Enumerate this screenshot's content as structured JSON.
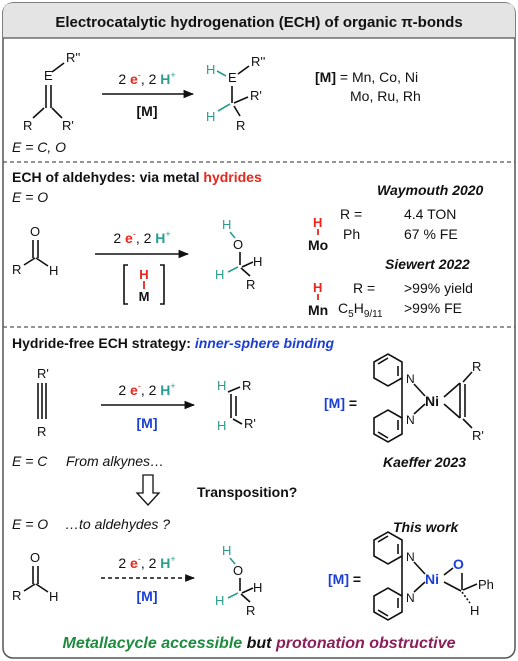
{
  "title": "Electrocatalytic hydrogenation (ECH) of organic π-bonds",
  "panel1": {
    "arrow_top": {
      "prefix": "2 ",
      "e": "e",
      "sup_e": "-",
      "mid": ", 2 ",
      "h": "H",
      "sup_h": "+"
    },
    "catalyst": "[M]",
    "substrate": {
      "E": "E",
      "R2": "R''",
      "R": "R",
      "R1": "R'"
    },
    "product": {
      "H1": "H",
      "E": "E",
      "R2": "R''",
      "R1": "R'",
      "H2": "H",
      "R": "R"
    },
    "metals": {
      "label": "[M]",
      "eq": " = Mn, Co, Ni",
      "line2": "Mo, Ru, Rh"
    },
    "e_def": "E = C, O"
  },
  "panel2": {
    "heading_black": "ECH of aldehydes: via metal ",
    "heading_red": "hydrides",
    "e_def": "E = O",
    "aldehyde": {
      "O": "O",
      "R": "R",
      "H": "H"
    },
    "bracket_H": "H",
    "bracket_M": "M",
    "product": {
      "H1": "H",
      "O": "O",
      "H2": "H",
      "H3": "H",
      "R": "R"
    },
    "waymouth": {
      "name": "Waymouth 2020",
      "metal_H": "H",
      "metal": "Mo",
      "rows": [
        {
          "left": "R =",
          "right": "4.4 TON"
        },
        {
          "left": "Ph",
          "right": "67 % FE"
        }
      ]
    },
    "siewert": {
      "name": "Siewert 2022",
      "metal_H": "H",
      "metal": "Mn",
      "rows": [
        {
          "left": "R =",
          "right": ">99% yield"
        },
        {
          "left": "C5H9/11",
          "right": ">99% FE"
        }
      ]
    }
  },
  "panel3": {
    "heading_black": "Hydride-free ECH strategy: ",
    "heading_blue": "inner-sphere binding",
    "alkyne": {
      "R1": "R'",
      "R": "R"
    },
    "alkene": {
      "H1": "H",
      "R": "R",
      "H2": "H",
      "R1": "R'"
    },
    "catalyst": "[M]",
    "m_eq": "[M] =",
    "complex1": {
      "N1": "N",
      "Ni": "Ni",
      "N2": "N",
      "R": "R",
      "R1": "R'"
    },
    "e_def": "E = C",
    "from_alkynes": "From alkynes…",
    "kaeffer": "Kaeffer 2023",
    "transposition": "Transposition?",
    "e_def2": "E = O",
    "to_aldehydes": "…to aldehydes ?",
    "this_work": "This work",
    "aldehyde": {
      "O": "O",
      "R": "R",
      "H": "H"
    },
    "product": {
      "H1": "H",
      "O": "O",
      "H2": "H",
      "H3": "H",
      "R": "R"
    },
    "complex2": {
      "N1": "N",
      "Ni": "Ni",
      "N2": "N",
      "O": "O",
      "Ph": "Ph",
      "H": "H"
    },
    "footer_green": "Metallacycle accessible",
    "footer_black": " but ",
    "footer_maroon": "protonation obstructive"
  },
  "colors": {
    "teal": "#2a9d8f",
    "red": "#e8261c",
    "blue": "#1b3fd6",
    "green": "#1e8c3f",
    "maroon": "#8a1f5a",
    "title_bg": "#e4e4e4"
  }
}
